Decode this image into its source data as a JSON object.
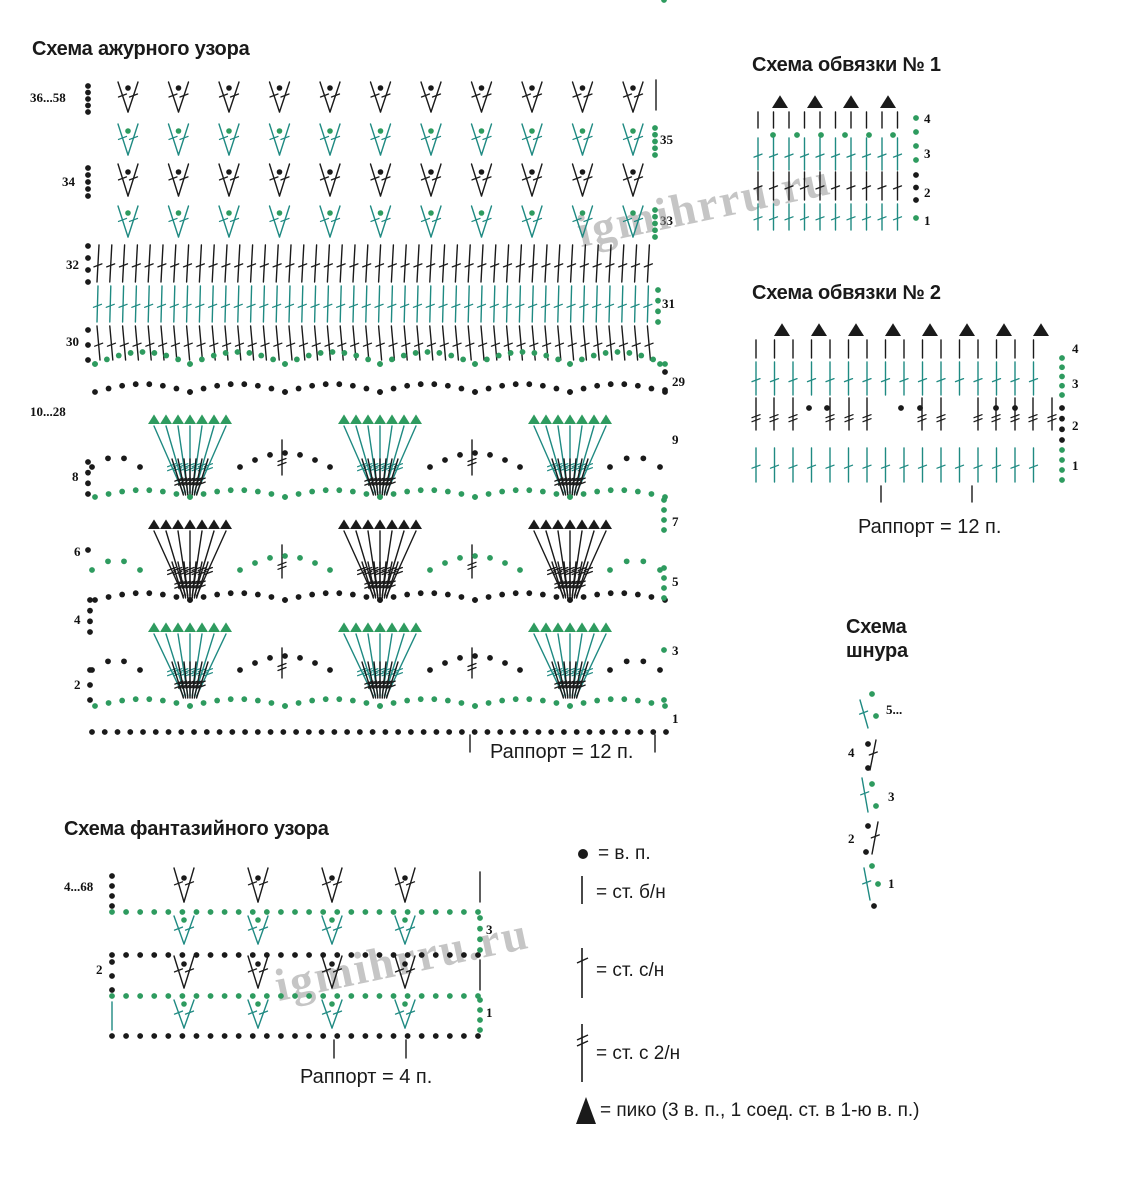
{
  "colors": {
    "black": "#1a1a1a",
    "green": "#2e9b5f",
    "teal": "#1f8a82"
  },
  "diagrams": {
    "openwork": {
      "title": "Схема ажурного узора",
      "rapport": "Раппорт = 12 п.",
      "rows_left": [
        "36...58",
        "34",
        "32",
        "30",
        "10...28",
        "8",
        "6",
        "4",
        "2"
      ],
      "rows_right": [
        "35",
        "33",
        "31",
        "29",
        "9",
        "7",
        "5",
        "3",
        "1"
      ]
    },
    "edging1": {
      "title": "Схема обвязки № 1",
      "rows": [
        "4",
        "3",
        "2",
        "1"
      ]
    },
    "edging2": {
      "title": "Схема обвязки № 2",
      "rapport": "Раппорт = 12 п.",
      "rows": [
        "4",
        "3",
        "2",
        "1"
      ]
    },
    "cord": {
      "title_line1": "Схема",
      "title_line2": "шнура",
      "rows": [
        "5...",
        "4",
        "3",
        "2",
        "1"
      ]
    },
    "fancy": {
      "title": "Схема фантазийного узора",
      "rapport": "Раппорт = 4 п.",
      "rows_left": [
        "4...68",
        "2"
      ],
      "rows_right": [
        "3",
        "1"
      ]
    }
  },
  "legend": [
    {
      "symbol": "chain-stitch-icon",
      "text": "= в. п."
    },
    {
      "symbol": "single-crochet-icon",
      "text": "= ст. б/н"
    },
    {
      "symbol": "double-crochet-icon",
      "text": "= ст. с/н"
    },
    {
      "symbol": "treble-crochet-icon",
      "text": "= ст. с 2/н"
    },
    {
      "symbol": "picot-icon",
      "text": "= пико (3 в. п., 1 соед. ст. в 1-ю в. п.)"
    }
  ],
  "watermarks": [
    "igmihrru.ru",
    "igmihrru.ru"
  ]
}
